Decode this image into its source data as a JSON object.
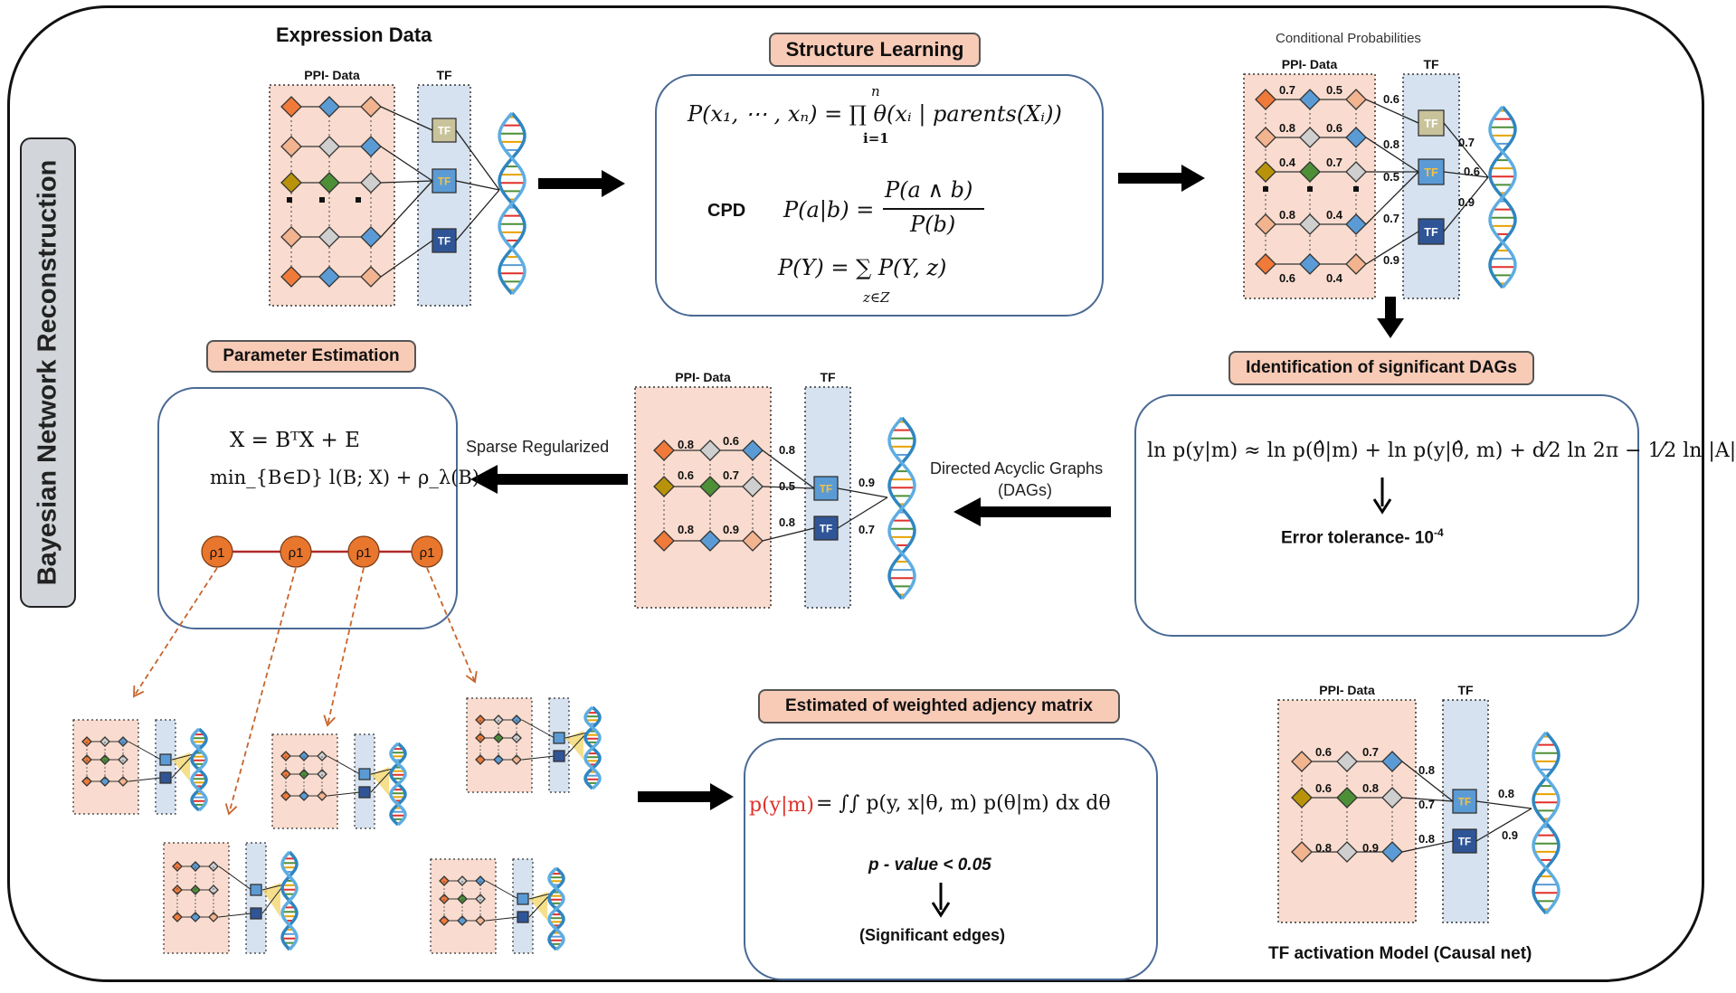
{
  "side_title": "Bayesian Network Reconstruction",
  "panels": {
    "expression": {
      "title": "Expression Data",
      "ppi_label": "PPI- Data",
      "tf_label": "TF"
    },
    "structure": {
      "title": "Structure Learning",
      "eq1": "P(x₁, ⋯ , xₙ) = ∏ θ(xᵢ | parents(Xᵢ))",
      "eq1_top": "n",
      "eq1_bottom": "i=1",
      "cpd_label": "CPD",
      "eq2_lhs": "P(a|b) =",
      "eq2_num": "P(a ∧ b)",
      "eq2_den": "P(b)",
      "eq3": "P(Y) = ∑ P(Y, z)",
      "eq3_bottom": "z∈Z"
    },
    "conditional": {
      "title": "Conditional Probabilities",
      "ppi_label": "PPI- Data",
      "tf_label": "TF",
      "edge_values": [
        "0.7",
        "0.5",
        "0.8",
        "0.6",
        "0.4",
        "0.7",
        "0.8",
        "0.4",
        "0.6",
        "0.4"
      ],
      "tf_values": [
        "0.6",
        "0.8",
        "0.5",
        "0.7",
        "0.9"
      ],
      "dna_values": [
        "0.7",
        "0.6",
        "0.9"
      ]
    },
    "identification": {
      "title": "Identification of significant DAGs",
      "equation": "ln p(y|m) ≈ ln p(θ̂|m) + ln p(y|θ̂, m) + d⁄2 ln 2π − 1⁄2 ln |A|",
      "error": "Error tolerance- 10",
      "error_exp": "-4"
    },
    "dag": {
      "ppi_label": "PPI- Data",
      "tf_label": "TF",
      "arrow_label_1": "Directed Acyclic Graphs",
      "arrow_label_2": "(DAGs)",
      "edge_values": [
        "0.8",
        "0.6",
        "0.6",
        "0.7",
        "0.8",
        "0.9"
      ],
      "tf_values": [
        "0.8",
        "0.5",
        "0.8"
      ],
      "dna_values": [
        "0.9",
        "0.7"
      ]
    },
    "parameter": {
      "title": "Parameter Estimation",
      "arrow_label": "Sparse Regularized",
      "eq1": "X = BᵀX + E",
      "eq2": "min_{B∈D} l(B; X) + ρ_λ(B)",
      "nodes": [
        "ρ1",
        "ρ1",
        "ρ1",
        "ρ1"
      ]
    },
    "weighted": {
      "title": "Estimated of weighted adjency matrix",
      "equation_lhs": "p(y|m)",
      "equation_rhs": "= ∫∫ p(y, x|θ, m) p(θ|m) dx dθ",
      "pvalue": "p - value < 0.05",
      "significant": "(Significant edges)"
    },
    "activation": {
      "ppi_label": "PPI- Data",
      "tf_label": "TF",
      "caption": "TF activation Model (Causal net)",
      "edge_values": [
        "0.6",
        "0.7",
        "0.6",
        "0.8",
        "0.8",
        "0.9"
      ],
      "tf_values": [
        "0.8",
        "0.7",
        "0.8"
      ],
      "dna_values": [
        "0.8",
        "0.9"
      ]
    }
  },
  "colors": {
    "ppi_fill": "#f9dccf",
    "tf_fill": "#d6e2ef",
    "node_orange": "#f07a3a",
    "node_peach": "#f2b38f",
    "node_blue": "#5b9bd5",
    "node_grey": "#cfcfcf",
    "node_olive": "#b8930a",
    "node_green": "#4d8f37",
    "tf_box_blue": "#5b9bd5",
    "tf_box_dark": "#2f5597",
    "tf_box_khaki": "#c9c39b",
    "param_node": "#e9762d",
    "pill_fill": "#f8cbb7",
    "highlight_red": "#e0302a"
  }
}
